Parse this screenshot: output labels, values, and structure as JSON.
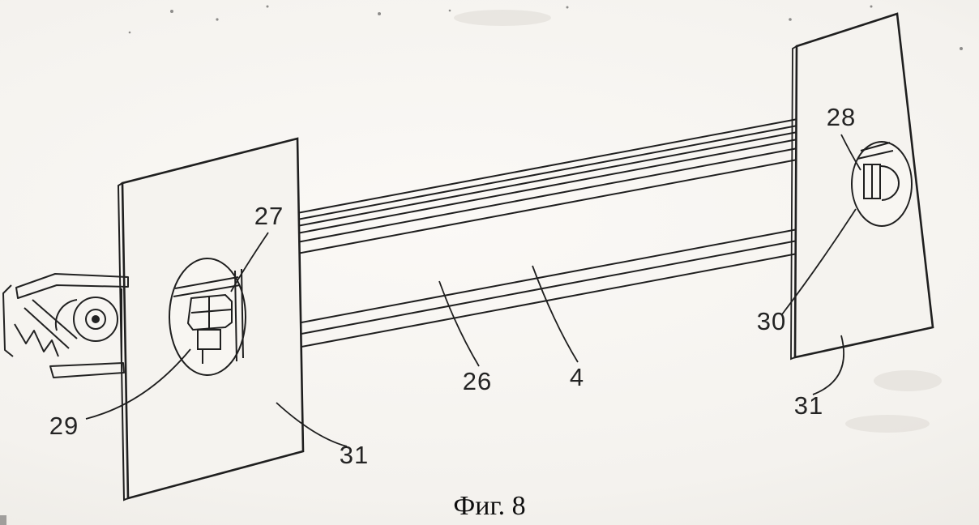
{
  "figure": {
    "caption": "Фиг. 8",
    "labels": [
      {
        "id": "27",
        "text": "27"
      },
      {
        "id": "28",
        "text": "28"
      },
      {
        "id": "29",
        "text": "29"
      },
      {
        "id": "30",
        "text": "30"
      },
      {
        "id": "31-left",
        "text": "31"
      },
      {
        "id": "31-right",
        "text": "31"
      },
      {
        "id": "26",
        "text": "26"
      },
      {
        "id": "4",
        "text": "4"
      }
    ],
    "ink_color": "#1f1f1f",
    "paper_color": "#f5f3ef"
  }
}
